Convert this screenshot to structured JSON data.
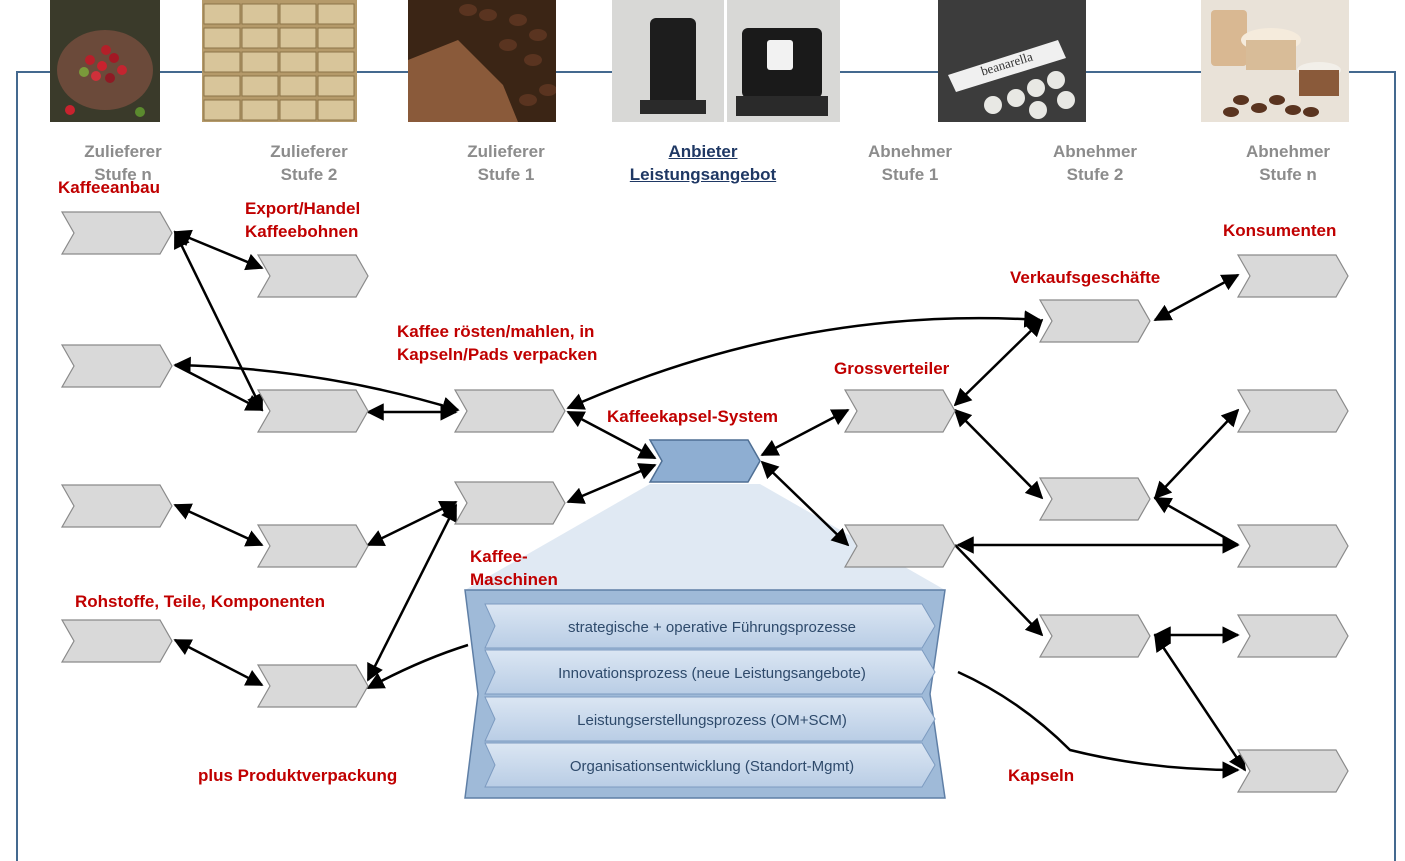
{
  "stages": [
    {
      "line1": "Zulieferer",
      "line2": "Stufe n",
      "photo": "coffee-cherries-photo"
    },
    {
      "line1": "Zulieferer",
      "line2": "Stufe 2",
      "photo": "coffee-sacks-photo"
    },
    {
      "line1": "Zulieferer",
      "line2": "Stufe 1",
      "photo": "ground-coffee-beans-photo"
    },
    {
      "line1": "Anbieter",
      "line2": "Leistungsangebot",
      "photo": "capsule-machines-photo"
    },
    {
      "line1": "Abnehmer",
      "line2": "Stufe 1",
      "photo": "beanarella-capsules-photo"
    },
    {
      "line1": "Abnehmer",
      "line2": "Stufe 2",
      "photo": "coffee-cups-photo"
    },
    {
      "line1": "Abnehmer",
      "line2": "Stufe n",
      "photo": "coffee-cups-photo"
    }
  ],
  "photo_text": {
    "beanarella": "beanarella"
  },
  "labels": {
    "kaffeeanbau": "Kaffeeanbau",
    "export_1": "Export/Handel",
    "export_2": "Kaffeebohnen",
    "roesten_1": "Kaffee rösten/mahlen, in",
    "roesten_2": "Kapseln/Pads verpacken",
    "system": "Kaffeekapsel-System",
    "maschinen_1": "Kaffee-",
    "maschinen_2": "Maschinen",
    "rohstoffe": "Rohstoffe, Teile, Komponenten",
    "produktverpackung": "plus Produktverpackung",
    "konsumenten": "Konsumenten",
    "verkaufsgeschaefte": "Verkaufsgeschäfte",
    "grossverteiler": "Grossverteiler",
    "kapseln": "Kapseln"
  },
  "processes": [
    "strategische + operative Führungsprozesse",
    "Innovationsprozess (neue Leistungsangebote)",
    "Leistungserstellungsprozess (OM+SCM)",
    "Organisationsentwicklung (Standort-Mgmt)"
  ],
  "colors": {
    "frame": "#44698f",
    "node_fill": "#d9d9d9",
    "node_stroke": "#8a8a8a",
    "system_fill": "#8eaed2",
    "label_red": "#c00000",
    "stage_grey": "#8c8c8c",
    "stage_active": "#1f3864"
  }
}
